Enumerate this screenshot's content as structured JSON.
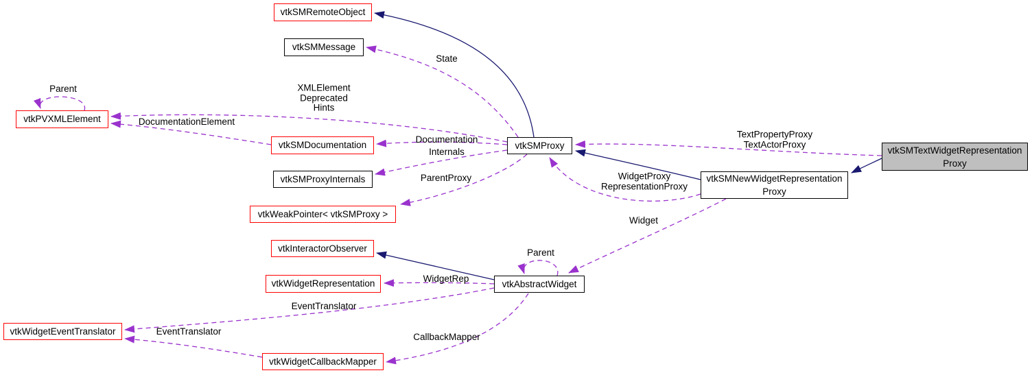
{
  "diagram": {
    "type": "doxygen-collaboration-graph",
    "focus_class": "vtkSMTextWidgetRepresentationProxy"
  },
  "colors": {
    "background": "#ffffff",
    "inheritance_edge": "#191970",
    "usage_edge": "#9a32cd",
    "linked_node_border": "#ff0000",
    "plain_node_border": "#000000",
    "focus_node_fill": "#bfbfbf"
  },
  "nodes": [
    {
      "id": "vtkSMRemoteObject",
      "lines": [
        "vtkSMRemoteObject"
      ],
      "border": "red"
    },
    {
      "id": "vtkSMMessage",
      "lines": [
        "vtkSMMessage"
      ],
      "border": "black"
    },
    {
      "id": "vtkPVXMLElement",
      "lines": [
        "vtkPVXMLElement"
      ],
      "border": "red"
    },
    {
      "id": "vtkSMDocumentation",
      "lines": [
        "vtkSMDocumentation"
      ],
      "border": "red"
    },
    {
      "id": "vtkSMProxyInternals",
      "lines": [
        "vtkSMProxyInternals"
      ],
      "border": "black"
    },
    {
      "id": "vtkWeakPointer-vtkSMProxy",
      "lines": [
        "vtkWeakPointer< vtkSMProxy >"
      ],
      "border": "red"
    },
    {
      "id": "vtkInteractorObserver",
      "lines": [
        "vtkInteractorObserver"
      ],
      "border": "red"
    },
    {
      "id": "vtkWidgetRepresentation",
      "lines": [
        "vtkWidgetRepresentation"
      ],
      "border": "red"
    },
    {
      "id": "vtkWidgetEventTranslator",
      "lines": [
        "vtkWidgetEventTranslator"
      ],
      "border": "red"
    },
    {
      "id": "vtkWidgetCallbackMapper",
      "lines": [
        "vtkWidgetCallbackMapper"
      ],
      "border": "red"
    },
    {
      "id": "vtkSMProxy",
      "lines": [
        "vtkSMProxy"
      ],
      "border": "black"
    },
    {
      "id": "vtkAbstractWidget",
      "lines": [
        "vtkAbstractWidget"
      ],
      "border": "black"
    },
    {
      "id": "vtkSMNewWidgetRepresentationProxy",
      "lines": [
        "vtkSMNewWidgetRepresentation",
        "Proxy"
      ],
      "border": "black"
    },
    {
      "id": "vtkSMTextWidgetRepresentationProxy",
      "lines": [
        "vtkSMTextWidgetRepresentation",
        "Proxy"
      ],
      "border": "black",
      "focus": true
    }
  ],
  "edge_labels": [
    {
      "lines": [
        "Parent"
      ]
    },
    {
      "lines": [
        "DocumentationElement"
      ]
    },
    {
      "lines": [
        "XMLElement",
        "Deprecated",
        "Hints"
      ]
    },
    {
      "lines": [
        "State"
      ]
    },
    {
      "lines": [
        "Documentation"
      ]
    },
    {
      "lines": [
        "Internals"
      ]
    },
    {
      "lines": [
        "ParentProxy"
      ]
    },
    {
      "lines": [
        "TextPropertyProxy",
        "TextActorProxy"
      ]
    },
    {
      "lines": [
        "WidgetProxy",
        "RepresentationProxy"
      ]
    },
    {
      "lines": [
        "Widget"
      ]
    },
    {
      "lines": [
        "Parent"
      ]
    },
    {
      "lines": [
        "WidgetRep"
      ]
    },
    {
      "lines": [
        "EventTranslator"
      ]
    },
    {
      "lines": [
        "EventTranslator"
      ]
    },
    {
      "lines": [
        "CallbackMapper"
      ]
    }
  ],
  "edges": [
    {
      "from": "vtkSMProxy",
      "to": "vtkSMRemoteObject",
      "kind": "inheritance"
    },
    {
      "from": "vtkSMNewWidgetRepresentationProxy",
      "to": "vtkSMProxy",
      "kind": "inheritance"
    },
    {
      "from": "vtkSMTextWidgetRepresentationProxy",
      "to": "vtkSMNewWidgetRepresentationProxy",
      "kind": "inheritance"
    },
    {
      "from": "vtkAbstractWidget",
      "to": "vtkInteractorObserver",
      "kind": "inheritance"
    },
    {
      "from": "vtkSMProxy",
      "to": "vtkSMMessage",
      "kind": "usage",
      "label": "State"
    },
    {
      "from": "vtkSMProxy",
      "to": "vtkPVXMLElement",
      "kind": "usage",
      "label": "XMLElement Deprecated Hints"
    },
    {
      "from": "vtkSMDocumentation",
      "to": "vtkPVXMLElement",
      "kind": "usage",
      "label": "DocumentationElement"
    },
    {
      "from": "vtkPVXMLElement",
      "to": "vtkPVXMLElement",
      "kind": "usage",
      "label": "Parent"
    },
    {
      "from": "vtkSMProxy",
      "to": "vtkSMDocumentation",
      "kind": "usage",
      "label": "Documentation"
    },
    {
      "from": "vtkSMProxy",
      "to": "vtkSMProxyInternals",
      "kind": "usage",
      "label": "Internals"
    },
    {
      "from": "vtkSMProxy",
      "to": "vtkWeakPointer-vtkSMProxy",
      "kind": "usage",
      "label": "ParentProxy"
    },
    {
      "from": "vtkSMTextWidgetRepresentationProxy",
      "to": "vtkSMProxy",
      "kind": "usage",
      "label": "TextPropertyProxy TextActorProxy"
    },
    {
      "from": "vtkSMNewWidgetRepresentationProxy",
      "to": "vtkSMProxy",
      "kind": "usage",
      "label": "WidgetProxy RepresentationProxy"
    },
    {
      "from": "vtkSMNewWidgetRepresentationProxy",
      "to": "vtkAbstractWidget",
      "kind": "usage",
      "label": "Widget"
    },
    {
      "from": "vtkAbstractWidget",
      "to": "vtkAbstractWidget",
      "kind": "usage",
      "label": "Parent"
    },
    {
      "from": "vtkAbstractWidget",
      "to": "vtkWidgetRepresentation",
      "kind": "usage",
      "label": "WidgetRep"
    },
    {
      "from": "vtkAbstractWidget",
      "to": "vtkWidgetEventTranslator",
      "kind": "usage",
      "label": "EventTranslator"
    },
    {
      "from": "vtkWidgetCallbackMapper",
      "to": "vtkWidgetEventTranslator",
      "kind": "usage",
      "label": "EventTranslator"
    },
    {
      "from": "vtkAbstractWidget",
      "to": "vtkWidgetCallbackMapper",
      "kind": "usage",
      "label": "CallbackMapper"
    }
  ]
}
